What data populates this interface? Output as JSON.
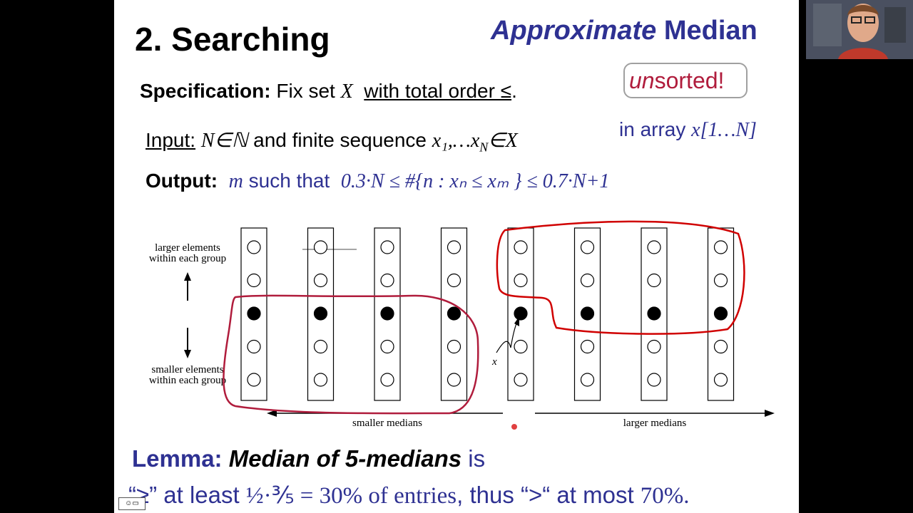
{
  "slide": {
    "title": "2. Searching",
    "subtitle_italic": "Approximate",
    "subtitle_rest": " Median",
    "spec_label": "Specification:",
    "spec_text": " Fix set ",
    "spec_X": "X",
    "spec_order": "with total order ≤",
    "spec_period": ".",
    "input_label": "Input:",
    "input_N": "N∈ℕ",
    "input_text": " and finite sequence ",
    "input_seq": "x₁,…x",
    "input_seq_sub": "N",
    "input_inX": "∈X",
    "output_label": "Output:",
    "output_m": "m",
    "output_text": " such that ",
    "output_formula": "0.3·N ≤ #{n : xₙ ≤ xₘ } ≤ 0.7·N+1",
    "bubble_text_u": "un",
    "bubble_text_rest": "sorted!",
    "array_text": "in array ",
    "array_formula": "x[1…N]",
    "lemma_label": "Lemma:",
    "lemma_em": "Median of 5-medians",
    "lemma_rest": " is",
    "bottom_q1": "“≥” at least ",
    "bottom_frac": "½·⅗ = 30% of entries",
    "bottom_mid": ",   thus “>“ at most ",
    "bottom_end": "70%."
  },
  "diagram": {
    "label_larger_1": "larger elements",
    "label_larger_2": "within each group",
    "label_smaller_1": "smaller elements",
    "label_smaller_2": "within each group",
    "label_smaller_medians": "smaller medians",
    "label_larger_medians": "larger medians",
    "label_x": "x",
    "columns": 8,
    "rows": 5,
    "median_row": 2
  },
  "colors": {
    "title_blue": "#2e3192",
    "annotation_red": "#b01c3c",
    "marker_red": "#d00000"
  },
  "icons": [
    "webcam-feed",
    "presenter-logo"
  ]
}
